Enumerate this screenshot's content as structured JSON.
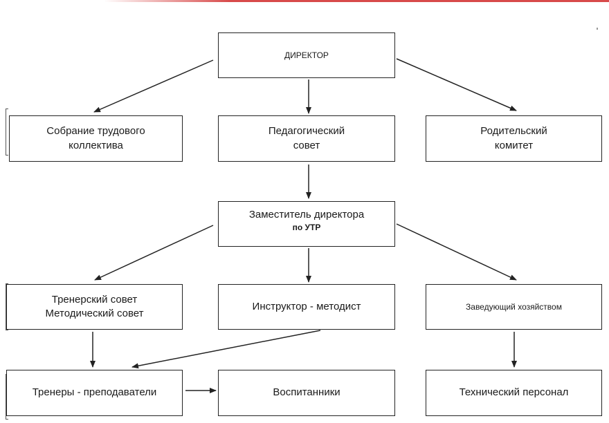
{
  "director": {
    "label": "ДИРЕКТОР"
  },
  "labor_meeting": {
    "line1": "Собрание трудового",
    "line2": "коллектива"
  },
  "ped_council": {
    "line1": "Педагогический",
    "line2": "совет"
  },
  "parent_committee": {
    "line1": "Родительский",
    "line2": "комитет"
  },
  "deputy": {
    "line1": "Заместитель директора",
    "line2": "по УТР"
  },
  "councils": {
    "line1": "Тренерский совет",
    "line2": "Методический совет"
  },
  "instructor": {
    "label": "Инструктор - методист"
  },
  "supply_head": {
    "label": "Заведующий хозяйством"
  },
  "coaches": {
    "label": "Тренеры - преподаватели"
  },
  "pupils": {
    "label": "Воспитанники"
  },
  "tech_staff": {
    "label": "Технический персонал"
  },
  "colors": {
    "accent_line": "#d84a4a",
    "stroke": "#222222"
  }
}
